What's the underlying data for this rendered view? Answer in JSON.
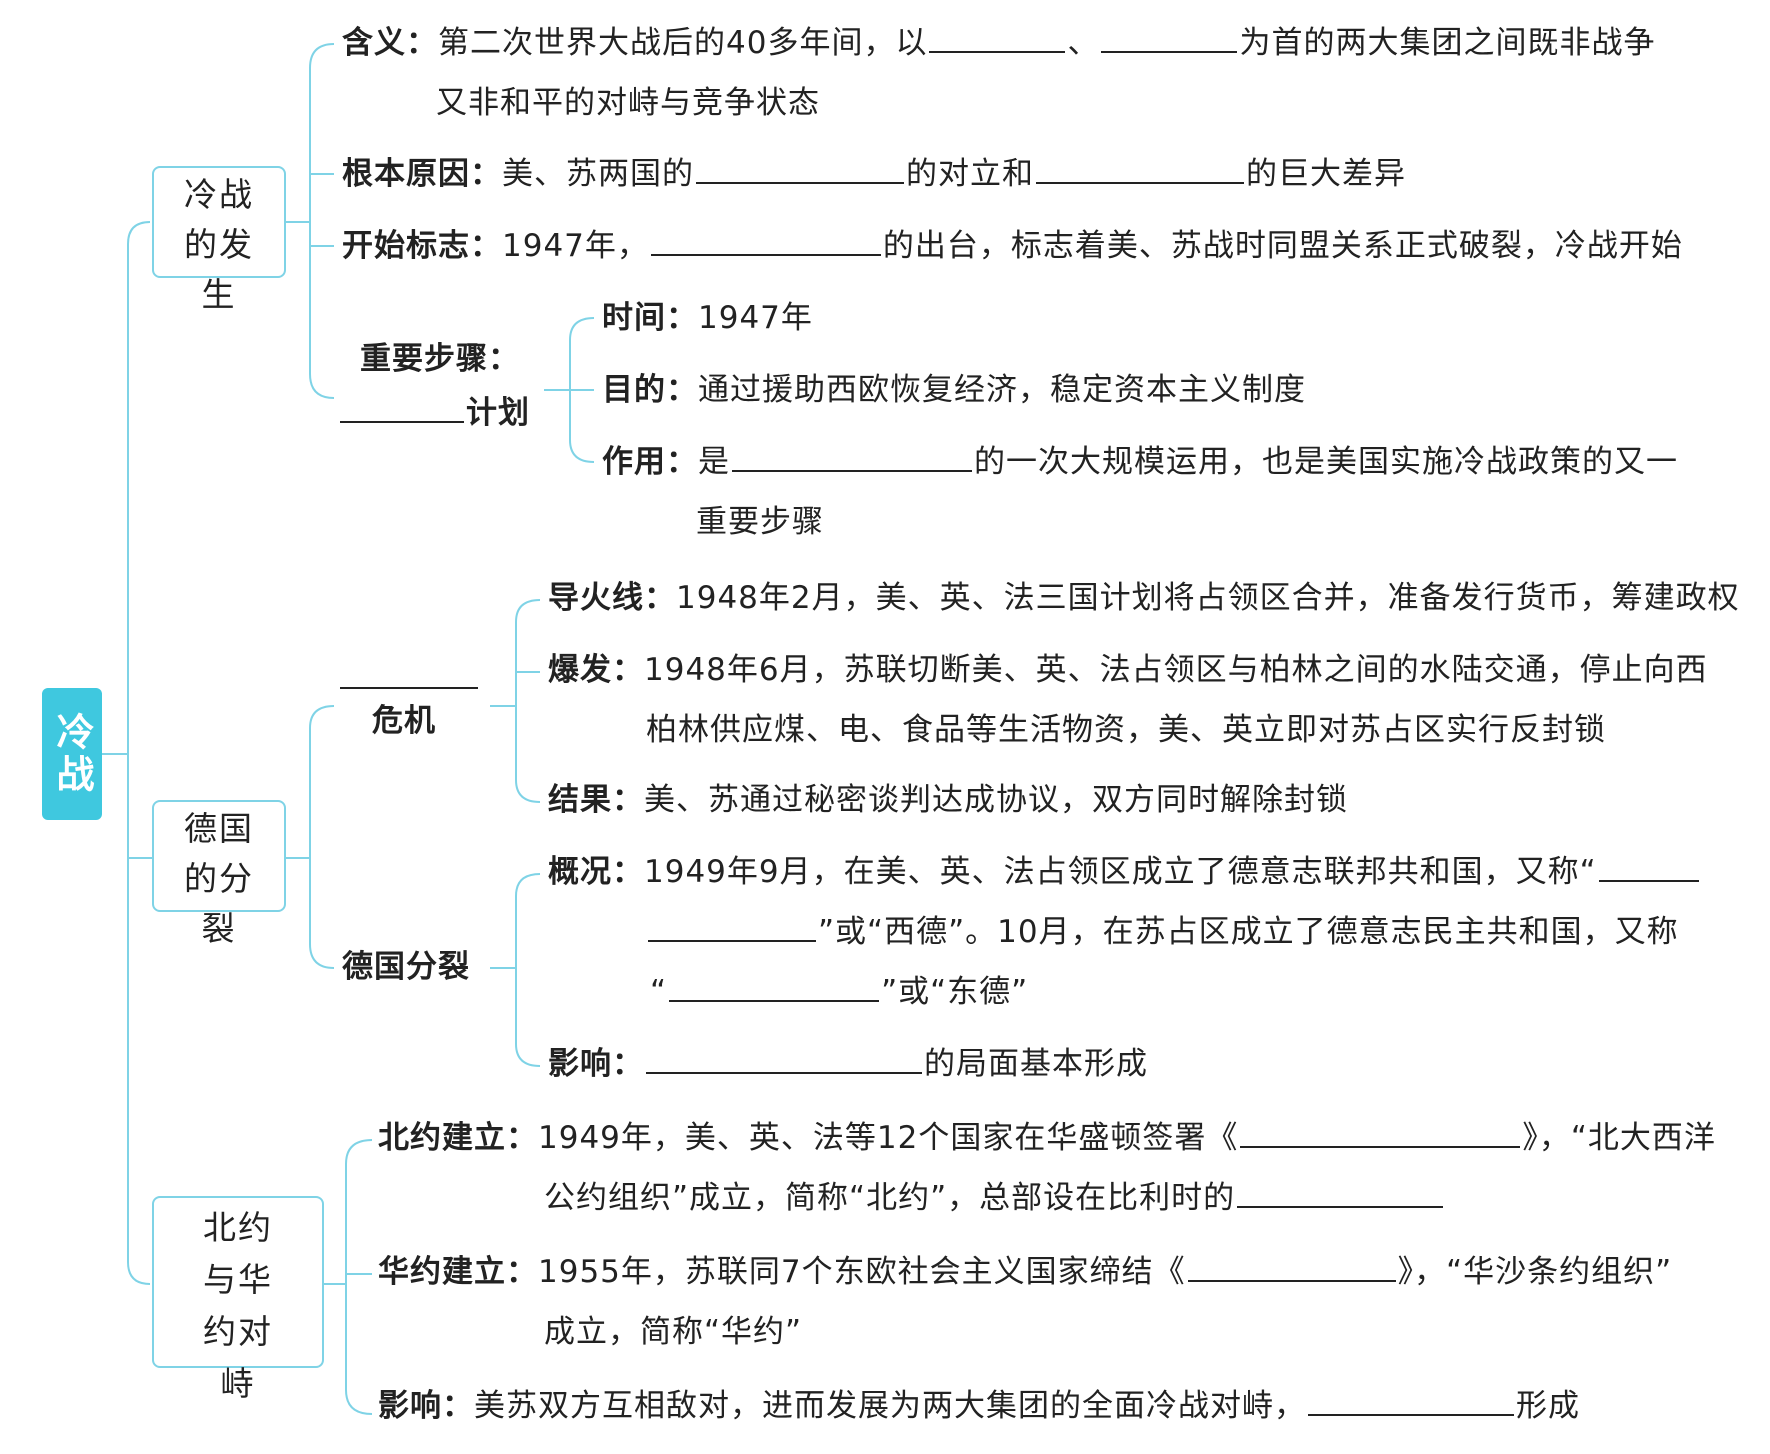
{
  "root": "冷战",
  "sections": {
    "occurrence": {
      "title": "冷战的发生",
      "meaning_label": "含义",
      "meaning_1": "第二次世界大战后的40多年间，以",
      "meaning_2": "为首的两大集团之间既非战争",
      "meaning_3": "又非和平的对峙与竞争状态",
      "cause_label": "根本原因",
      "cause_1": "美、苏两国的",
      "cause_2": "的对立和",
      "cause_3": "的巨大差异",
      "start_label": "开始标志",
      "start_1": "1947年，",
      "start_2": "的出台，标志着美、苏战时同盟关系正式破裂，冷战开始",
      "step_label": "重要步骤：",
      "step_plan": "计划",
      "time_label": "时间",
      "time_value": "1947年",
      "purpose_label": "目的",
      "purpose_value": "通过援助西欧恢复经济，稳定资本主义制度",
      "effect_label": "作用",
      "effect_1": "是",
      "effect_2": "的一次大规模运用，也是美国实施冷战政策的又一",
      "effect_3": "重要步骤"
    },
    "germany": {
      "title": "德国的分裂",
      "crisis_label": "危机",
      "fuse_label": "导火线",
      "fuse_value": "1948年2月，美、英、法三国计划将占领区合并，准备发行货币，筹建政权",
      "outbreak_label": "爆发",
      "outbreak_1": "1948年6月，苏联切断美、英、法占领区与柏林之间的水陆交通，停止向西",
      "outbreak_2": "柏林供应煤、电、食品等生活物资，美、英立即对苏占区实行反封锁",
      "result_label": "结果",
      "result_value": "美、苏通过秘密谈判达成协议，双方同时解除封锁",
      "split_label": "德国分裂",
      "overview_label": "概况",
      "overview_1": "1949年9月，在美、英、法占领区成立了德意志联邦共和国，又称“",
      "overview_2a": "”或“西德”。10月，在苏占区成立了德意志民主共和国，又称",
      "overview_3a": "“",
      "overview_3b": "”或“东德”",
      "impact_label": "影响",
      "impact_value": "的局面基本形成"
    },
    "alliances": {
      "title": "北约与华约对峙",
      "nato_label": "北约建立",
      "nato_1": "1949年，美、英、法等12个国家在华盛顿签署《",
      "nato_2": "》，“北大西洋",
      "nato_3": "公约组织”成立，简称“北约”，总部设在比利时的",
      "warsaw_label": "华约建立",
      "warsaw_1": "1955年，苏联同7个东欧社会主义国家缔结《",
      "warsaw_2": "》，“华沙条约组织”",
      "warsaw_3": "成立，简称“华约”",
      "impact_label": "影响",
      "impact_1": "美苏双方互相敌对，进而发展为两大集团的全面冷战对峙，",
      "impact_2": "形成"
    }
  },
  "colors": {
    "accent": "#3fc8df",
    "line": "#7fd3e6"
  }
}
